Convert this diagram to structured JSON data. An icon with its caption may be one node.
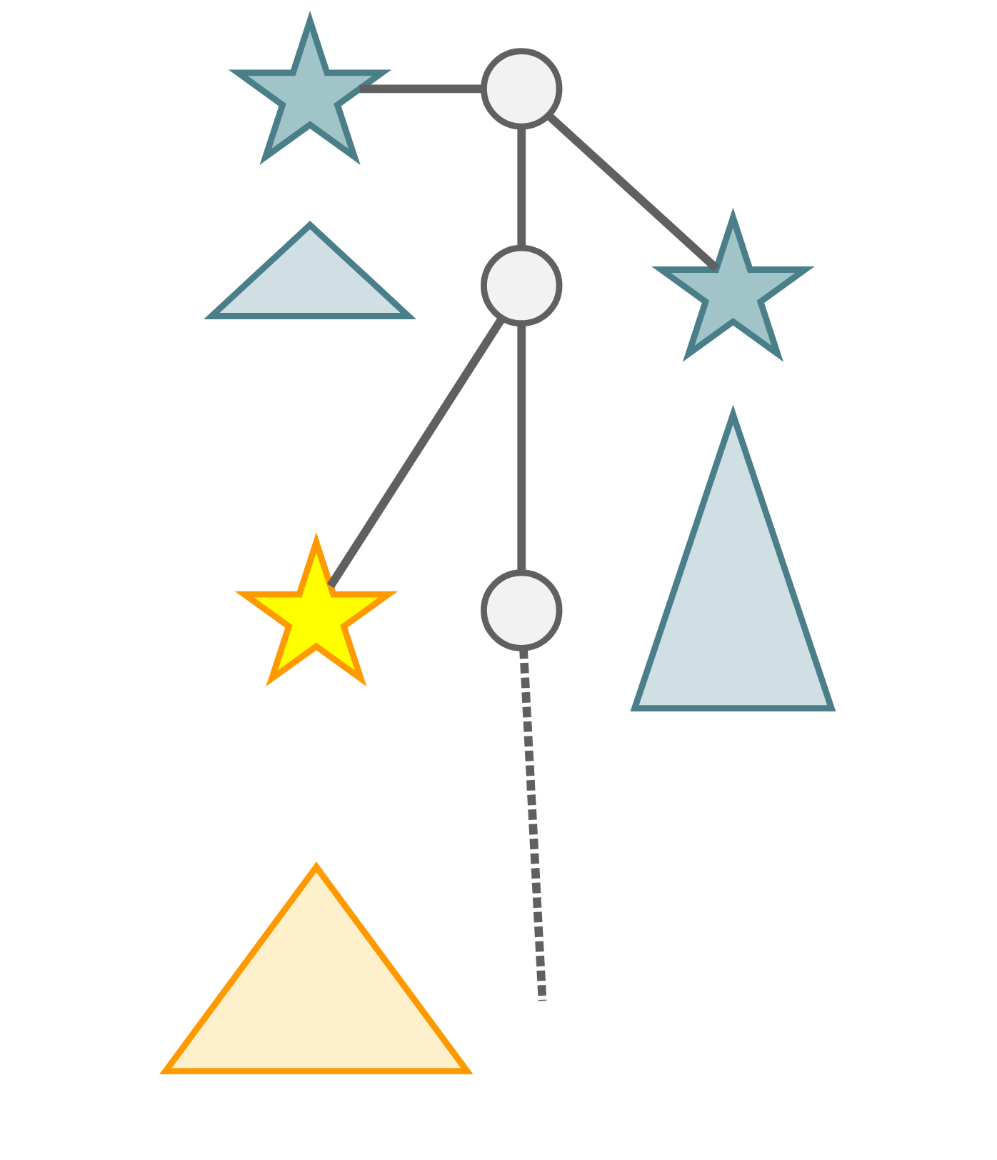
{
  "diagram": {
    "nodes": [
      {
        "text": [],
        "shape": "star"
      },
      {
        "text": [],
        "shape": "triangle"
      },
      {
        "text": [],
        "shape": "circle"
      },
      {
        "text": [],
        "shape": "circle"
      },
      {
        "text": [],
        "shape": "star"
      },
      {
        "text": [],
        "shape": "triangle"
      },
      {
        "text": [],
        "shape": "star"
      },
      {
        "text": [],
        "shape": "triangle"
      },
      {
        "text": [],
        "shape": "circle"
      }
    ],
    "edges": [
      {
        "from": 0,
        "to": 2,
        "arrow": "none"
      },
      {
        "from": 2,
        "to": 3,
        "arrow": "none"
      },
      {
        "from": 2,
        "to": 4,
        "arrow": "none"
      },
      {
        "from": 3,
        "to": 6,
        "arrow": "none"
      },
      {
        "from": 3,
        "to": 8,
        "arrow": "none"
      },
      {
        "from": 8,
        "to": null,
        "arrow": "none",
        "style": "dashed"
      }
    ]
  }
}
